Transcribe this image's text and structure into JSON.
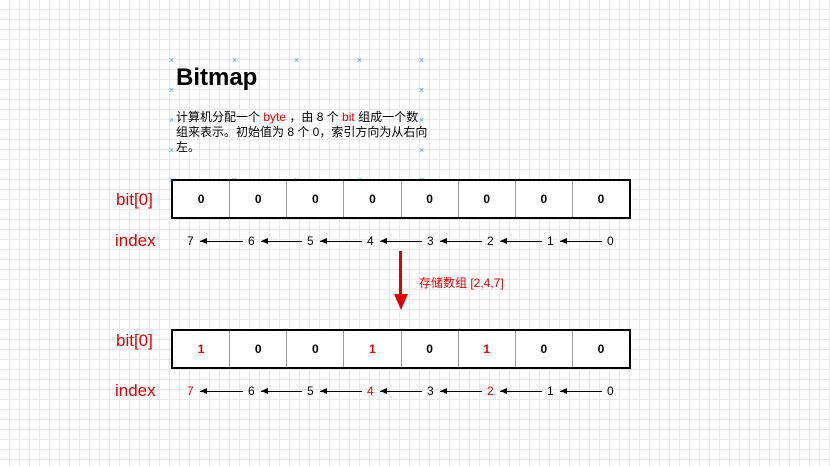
{
  "title": "Bitmap",
  "description": {
    "prefix": "计算机分配一个 ",
    "byte": "byte",
    "mid1": " ，由 8 个 ",
    "bit": "bit",
    "suffix": " 组成一个数组来表示。初始值为 8 个 0，索引方向为从右向左。"
  },
  "top": {
    "label": "bit[0]",
    "cells": [
      "0",
      "0",
      "0",
      "0",
      "0",
      "0",
      "0",
      "0"
    ],
    "index_label": "index",
    "indices": [
      "7",
      "6",
      "5",
      "4",
      "3",
      "2",
      "1",
      "0"
    ]
  },
  "transition": {
    "label": "存储数组 [2,4,7]",
    "color": "#e00000"
  },
  "bottom": {
    "label": "bit[0]",
    "cells": [
      "1",
      "0",
      "0",
      "1",
      "0",
      "1",
      "0",
      "0"
    ],
    "highlight": [
      true,
      false,
      false,
      true,
      false,
      true,
      false,
      false
    ],
    "index_label": "index",
    "indices": [
      "7",
      "6",
      "5",
      "4",
      "3",
      "2",
      "1",
      "0"
    ]
  },
  "colors": {
    "accent": "#e00000",
    "grid": "#e9e9e9",
    "selection": "#4aa3df"
  }
}
